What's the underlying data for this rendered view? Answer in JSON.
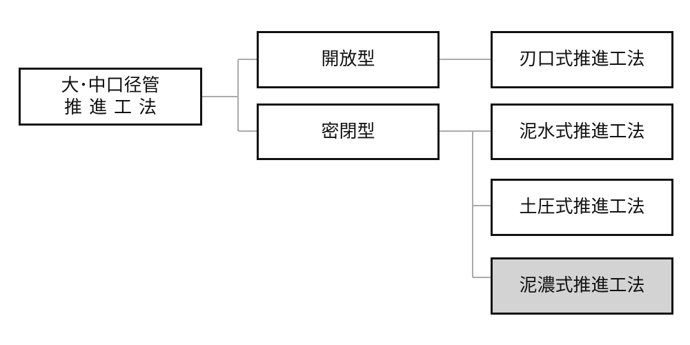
{
  "root": {
    "line1": "大･中口径管",
    "line2": "推進工法"
  },
  "level1": [
    {
      "label": "開放型"
    },
    {
      "label": "密閉型"
    }
  ],
  "level2": [
    {
      "label": "刃口式推進工法"
    },
    {
      "label": "泥水式推進工法"
    },
    {
      "label": "土圧式推進工法"
    },
    {
      "label": "泥濃式推進工法"
    }
  ],
  "colors": {
    "border": "#111111",
    "connector": "#aaaaaa",
    "highlight_fill": "#d3d3d3"
  }
}
